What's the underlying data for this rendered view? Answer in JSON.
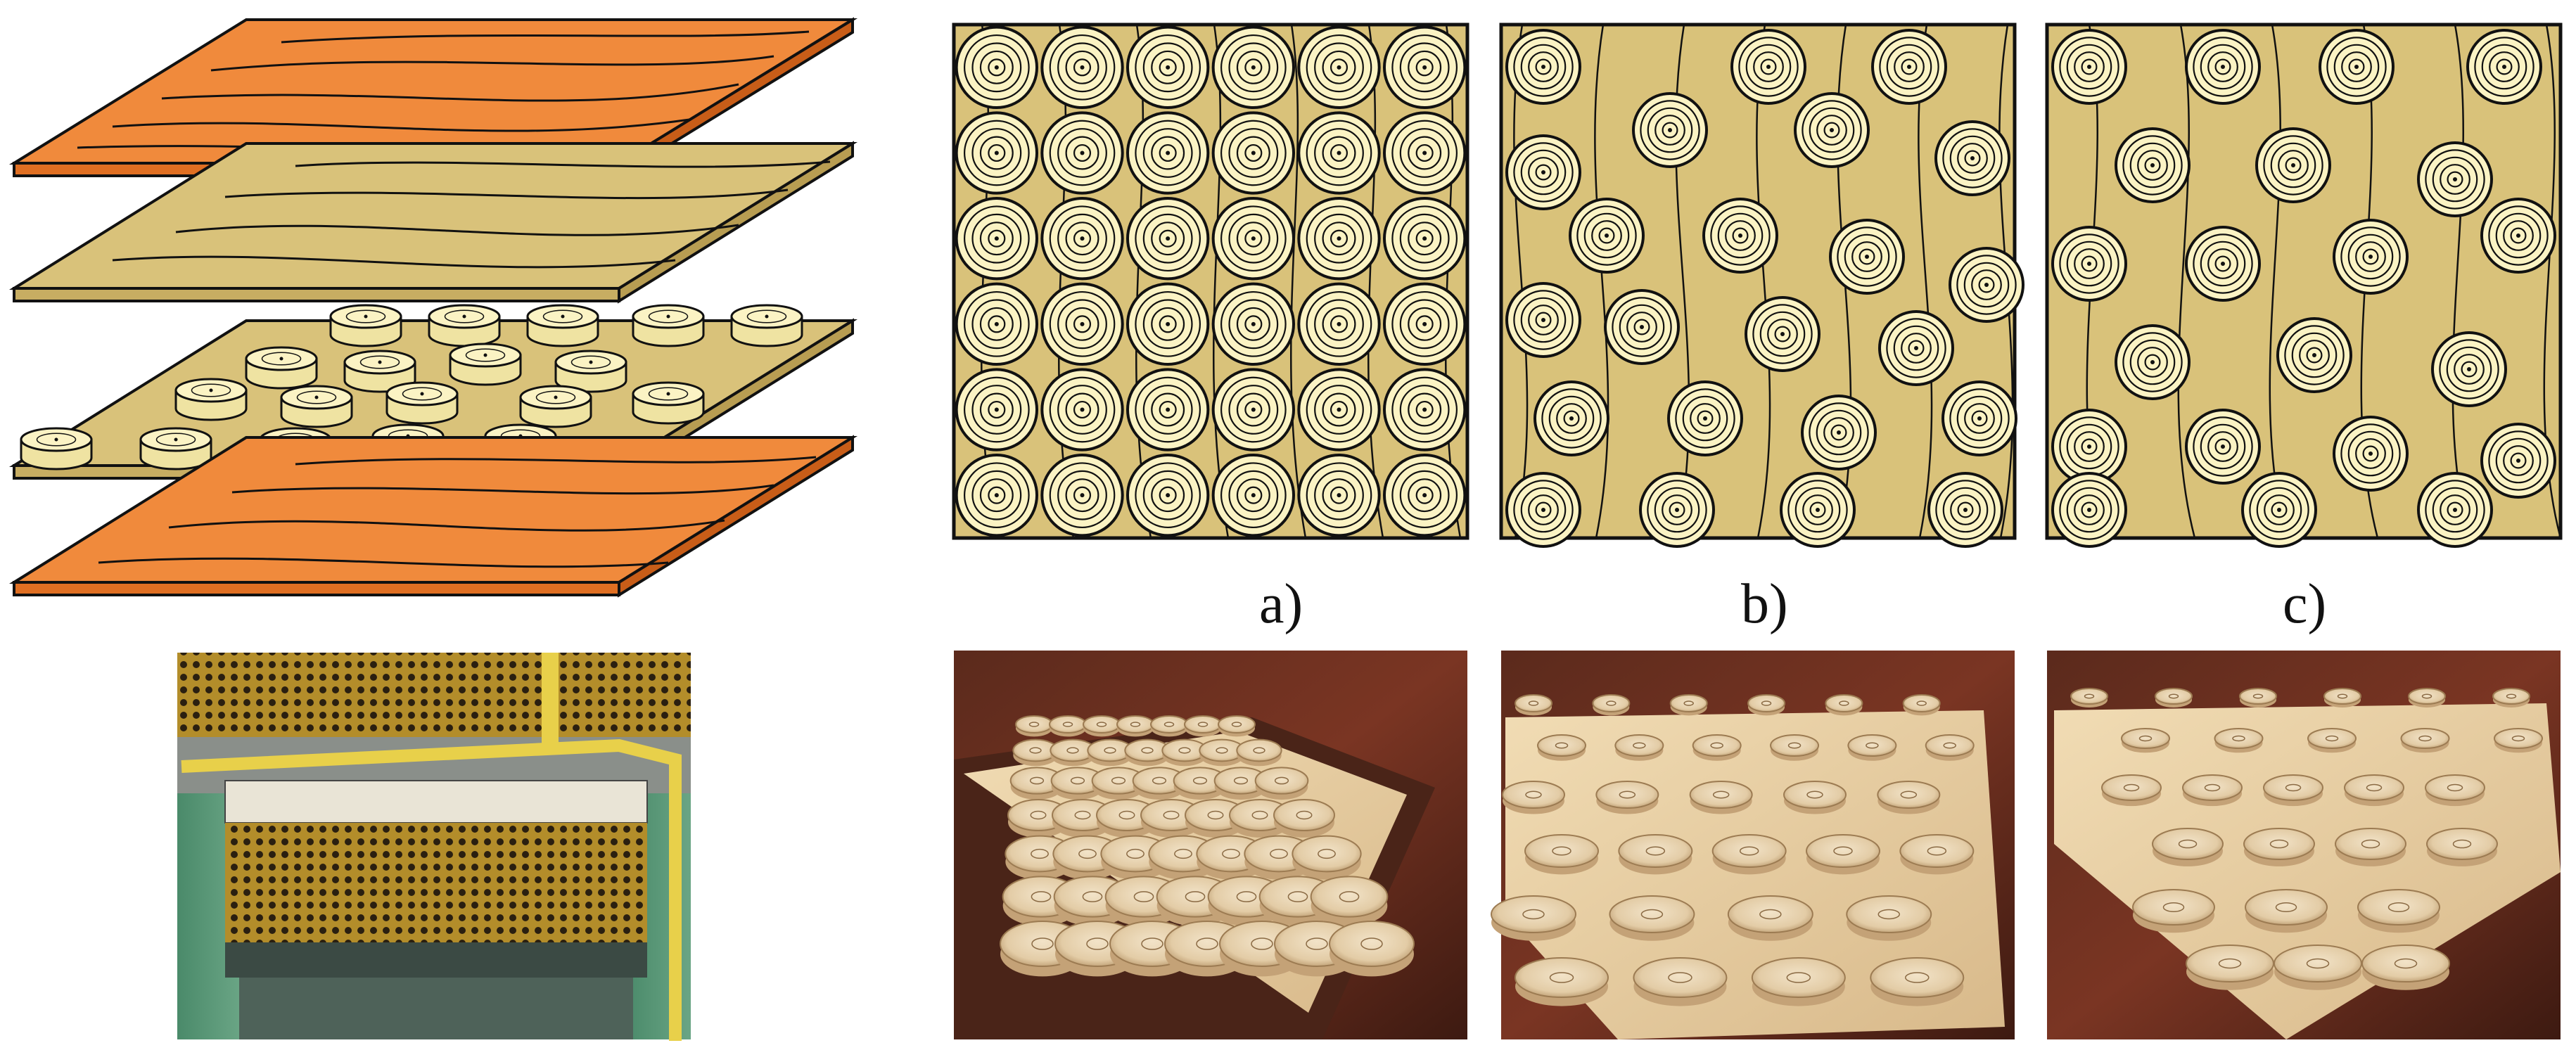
{
  "panel_labels": [
    "a)",
    "b)",
    "c)"
  ],
  "colors": {
    "veneer_orange": "#f08a3c",
    "veneer_orange_edge": "#e06f22",
    "board_yellow": "#d9c27a",
    "disc_face": "#fbf3c4",
    "disc_side": "#efe3a2",
    "outline": "#111111"
  },
  "layouts": [
    {
      "panel": "a",
      "arrangement": "grid",
      "rows": 6,
      "cols": 6
    },
    {
      "panel": "b",
      "arrangement": "staggered"
    },
    {
      "panel": "c",
      "arrangement": "staggered-sparse"
    }
  ],
  "photos": [
    {
      "name": "hot-press-photo"
    },
    {
      "name": "photo-panel-a"
    },
    {
      "name": "photo-panel-b"
    },
    {
      "name": "photo-panel-c"
    }
  ]
}
